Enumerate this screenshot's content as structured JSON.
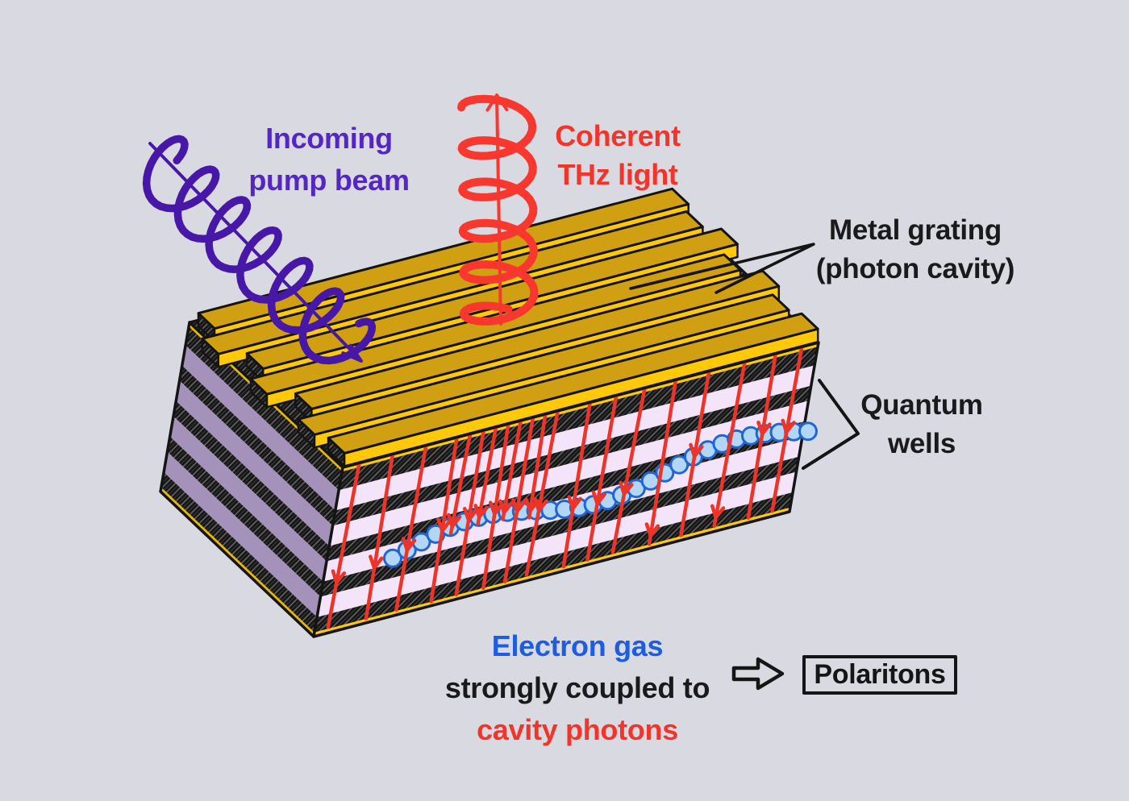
{
  "beams": {
    "pump": {
      "line1": "Incoming",
      "line2": "pump beam",
      "color": "#5426c2"
    },
    "thz": {
      "line1": "Coherent",
      "line2": "THz light",
      "color": "#f2352b"
    }
  },
  "labels": {
    "grating": {
      "line1": "Metal grating",
      "line2": "(photon cavity)",
      "color": "#1a1a1a"
    },
    "wells": {
      "line1": "Quantum",
      "line2": "wells",
      "color": "#1a1a1a"
    }
  },
  "caption": {
    "line1": "Electron gas",
    "line1_color": "#1e5ce0",
    "line2": "strongly coupled to",
    "line2_color": "#1a1a1a",
    "line3": "cavity photons",
    "line3_color": "#f2352b"
  },
  "result": {
    "label": "Polaritons"
  },
  "colors": {
    "background": "#d9d9e1",
    "pump_beam": "#4718a8",
    "thz_beam": "#f8382e",
    "arrow_red": "#ee3428",
    "gold_top": "#d0a012",
    "gold_edge": "#ffc808",
    "well_pink": "#f4e4fa",
    "side_purple": "#a492ba",
    "hatch_dark": "#161616",
    "electron_fill": "#b2d6f6",
    "electron_stroke": "#2065d2",
    "outline": "#141414"
  }
}
